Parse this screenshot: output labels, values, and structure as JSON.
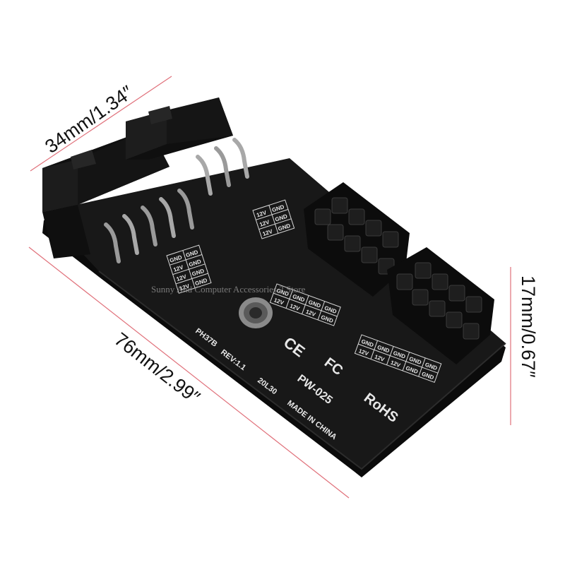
{
  "dimensions": {
    "width_label": "34mm/1.34″",
    "length_label": "76mm/2.99″",
    "height_label": "17mm/0.67″",
    "line_color": "#e0707a"
  },
  "board": {
    "color": "#151515",
    "silk_color": "#e8e8e8",
    "labels": {
      "ph37b": "PH37B",
      "rev": "REV:1.1",
      "code": "20L30",
      "origin": "MADE IN CHINA",
      "model": "PW-025",
      "ce": "CE",
      "fc": "FC",
      "rohs": "RoHS"
    },
    "pin_text": {
      "gnd": "GND",
      "v12": "12V"
    }
  },
  "watermark": "Sunny And Computer Accessories 2 Store"
}
